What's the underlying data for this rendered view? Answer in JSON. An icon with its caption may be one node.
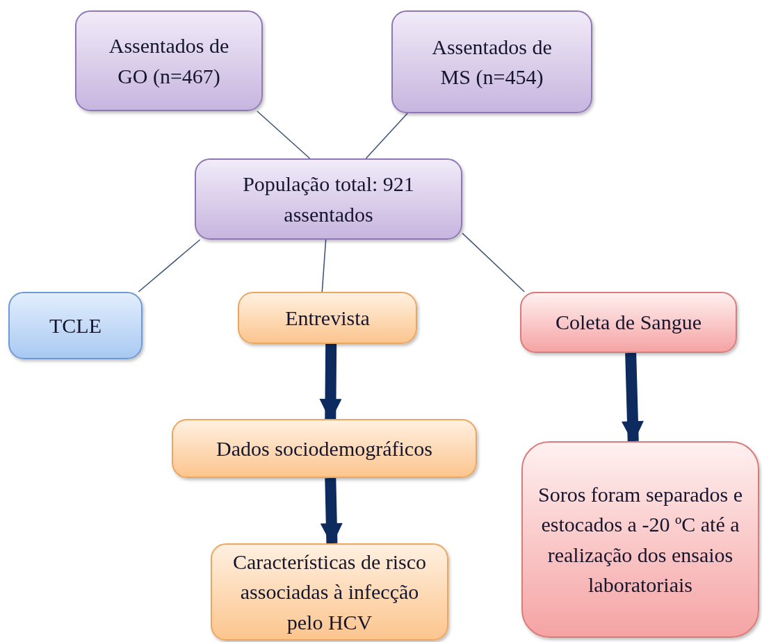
{
  "diagram": {
    "nodes": [
      {
        "text": [
          "Assentados de GO (n=467)"
        ]
      },
      {
        "text": [
          "Assentados de MS (n=454)"
        ]
      },
      {
        "text": [
          "População total: 921 assentados"
        ]
      },
      {
        "text": [
          "TCLE"
        ]
      },
      {
        "text": [
          "Entrevista"
        ]
      },
      {
        "text": [
          "Coleta de Sangue"
        ]
      },
      {
        "text": [
          "Dados sociodemográficos"
        ]
      },
      {
        "text": [
          "Características de risco associadas à infecção pelo HCV"
        ]
      },
      {
        "text": [
          "Soros foram separados e estocados a -20 ºC até a realização dos ensaios laboratoriais"
        ]
      }
    ],
    "edges": [
      {
        "from": 0,
        "to": 2,
        "arrow": "none"
      },
      {
        "from": 1,
        "to": 2,
        "arrow": "none"
      },
      {
        "from": 2,
        "to": 3,
        "arrow": "none"
      },
      {
        "from": 2,
        "to": 4,
        "arrow": "none"
      },
      {
        "from": 2,
        "to": 5,
        "arrow": "none"
      },
      {
        "from": 4,
        "to": 6,
        "arrow": "to",
        "style": "thick",
        "color": "#0d2b5e"
      },
      {
        "from": 6,
        "to": 7,
        "arrow": "to",
        "style": "thick",
        "color": "#0d2b5e"
      },
      {
        "from": 5,
        "to": 8,
        "arrow": "to",
        "style": "thick",
        "color": "#0d2b5e"
      }
    ]
  }
}
